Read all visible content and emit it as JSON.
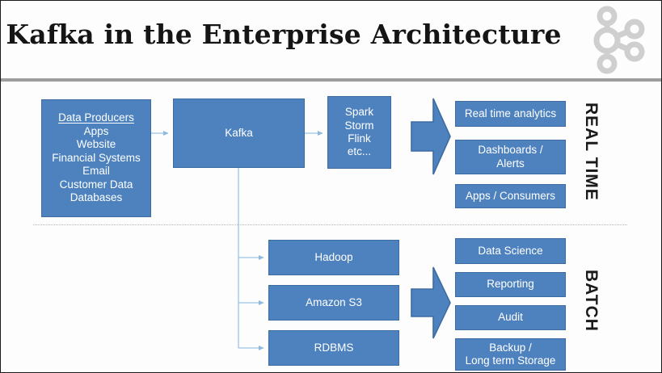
{
  "header": {
    "title": "Kafka in the Enterprise Architecture",
    "logo_name": "kafka-logo"
  },
  "colors": {
    "box_fill": "#4e82be",
    "box_border": "#3d6ca3",
    "box_text": "#ffffff",
    "logo_gray": "#cfcfcf",
    "rule_gray": "#9d9d9d",
    "divider_gray": "#b6b6b6",
    "connector_blue": "#9dc3e6"
  },
  "diagram": {
    "producers": {
      "heading": "Data Producers",
      "items": [
        "Apps",
        "Website",
        "Financial Systems",
        "Email",
        "Customer Data",
        "Databases"
      ]
    },
    "kafka": {
      "label": "Kafka"
    },
    "stream_processing": {
      "lines": [
        "Spark",
        "Storm",
        "Flink",
        "etc..."
      ]
    },
    "realtime": {
      "section_label": "REAL TIME",
      "outputs": [
        "Real time analytics",
        "Dashboards /|Alerts",
        "Apps / Consumers"
      ],
      "output_1": "Real time analytics",
      "output_2_line1": "Dashboards /",
      "output_2_line2": "Alerts",
      "output_3": "Apps / Consumers"
    },
    "batch": {
      "section_label": "BATCH",
      "stores": [
        "Hadoop",
        "Amazon S3",
        "RDBMS"
      ],
      "store_1": "Hadoop",
      "store_2": "Amazon S3",
      "store_3": "RDBMS",
      "outputs": [
        "Data Science",
        "Reporting",
        "Audit",
        "Backup /|Long term Storage"
      ],
      "output_1": "Data Science",
      "output_2": "Reporting",
      "output_3": "Audit",
      "output_4_line1": "Backup /",
      "output_4_line2": "Long term Storage"
    }
  }
}
